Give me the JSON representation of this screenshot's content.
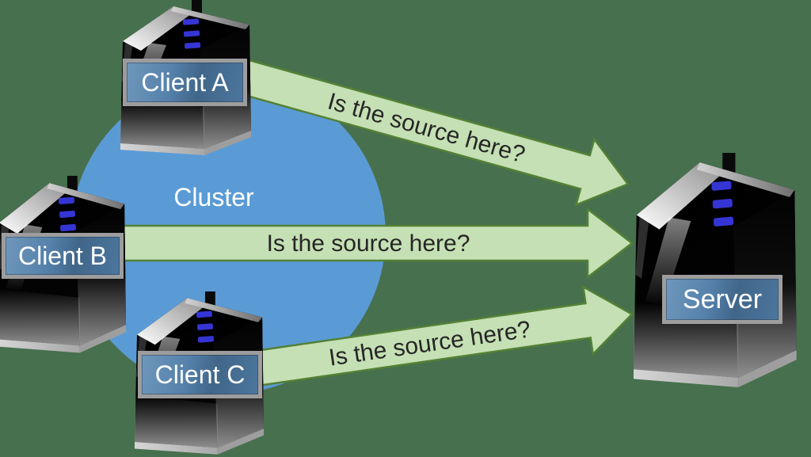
{
  "background_color": "#47704E",
  "cluster": {
    "label": "Cluster",
    "circle_color": "#5B9BD5"
  },
  "nodes": {
    "client_a": {
      "label": "Client A"
    },
    "client_b": {
      "label": "Client B"
    },
    "client_c": {
      "label": "Client C"
    },
    "server": {
      "label": "Server"
    }
  },
  "node_colors": {
    "plate_blue": "#4C7299",
    "plate_border": "#9D9D9D",
    "led_blue": "#3535D6",
    "body_black": "#000000"
  },
  "arrows": {
    "fill": "#C5E0B4",
    "stroke": "#538135",
    "text_color": "#262626",
    "top": {
      "label": "Is the source here?"
    },
    "middle": {
      "label": "Is the source here?"
    },
    "bottom": {
      "label": "Is the source here?"
    }
  }
}
